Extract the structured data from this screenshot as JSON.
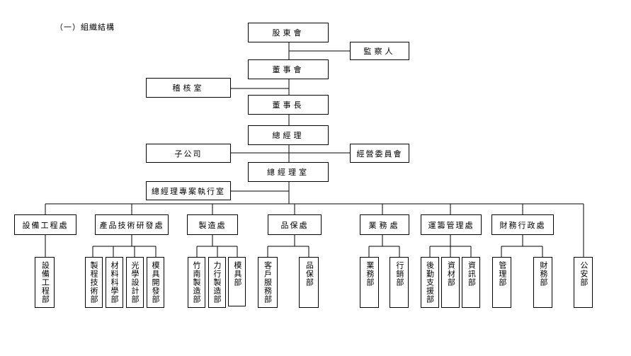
{
  "section_title": "（一）組織結構",
  "top": {
    "shareholders": "股東會",
    "supervisors": "監察人",
    "board": "董事會",
    "audit": "稽核室",
    "chairman": "董事長",
    "president": "總經理",
    "subsidiary": "子公司",
    "mgmt_committee": "經營委員會",
    "president_office": "總經理室",
    "project_office": "總經理專案執行室"
  },
  "divisions": [
    {
      "label": "設備工程處",
      "units": [
        "設備工程部"
      ]
    },
    {
      "label": "產品技術研發處",
      "units": [
        "製程技術部",
        "材料科學部",
        "光學設計部",
        "模具開發部"
      ]
    },
    {
      "label": "製造處",
      "units": [
        "竹南製造部",
        "力行製造部",
        "模具部"
      ]
    },
    {
      "label": "品保處",
      "units": [
        "客戶服務部",
        "品保部"
      ]
    },
    {
      "label": "業務處",
      "units": [
        "業務部",
        "行銷部"
      ]
    },
    {
      "label": "運籌管理處",
      "units": [
        "後勤支援部",
        "資材部",
        "資訊部"
      ]
    },
    {
      "label": "財務行政處",
      "units": [
        "管理部",
        "財務部"
      ]
    }
  ],
  "standalone_unit": "公安部"
}
